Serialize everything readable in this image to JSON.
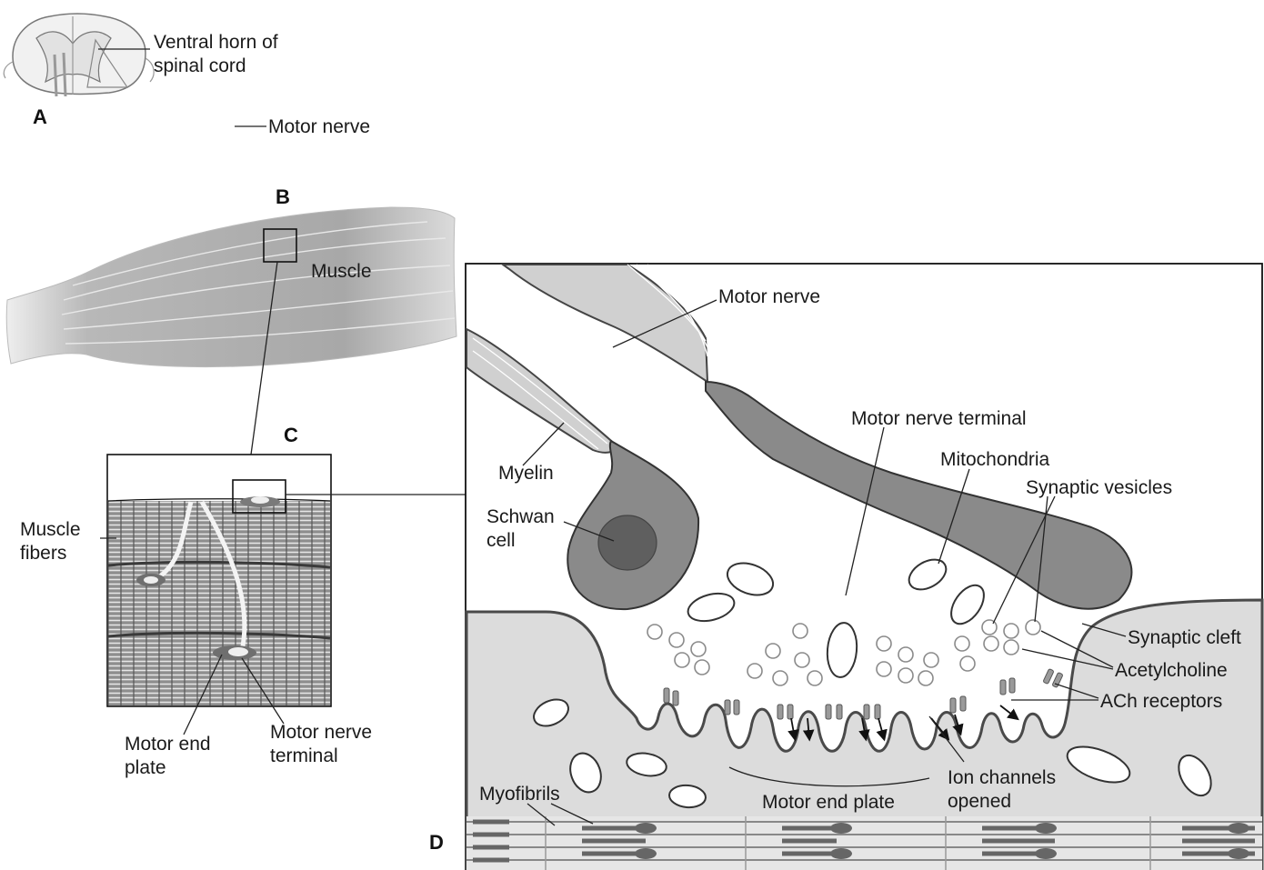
{
  "panels": {
    "a": "A",
    "b": "B",
    "c": "C",
    "d": "D"
  },
  "labels": {
    "ventral_horn_1": "Ventral horn of",
    "ventral_horn_2": "spinal cord",
    "motor_nerve_a": "Motor nerve",
    "muscle": "Muscle",
    "muscle_fibers_1": "Muscle",
    "muscle_fibers_2": "fibers",
    "motor_end_plate_c_1": "Motor end",
    "motor_end_plate_c_2": "plate",
    "motor_nerve_terminal_c_1": "Motor nerve",
    "motor_nerve_terminal_c_2": "terminal",
    "motor_nerve_d": "Motor nerve",
    "motor_nerve_terminal_d": "Motor nerve terminal",
    "mitochondria": "Mitochondria",
    "synaptic_vesicles": "Synaptic vesicles",
    "myelin": "Myelin",
    "schwan_cell_1": "Schwan",
    "schwan_cell_2": "cell",
    "synaptic_cleft": "Synaptic cleft",
    "acetylcholine": "Acetylcholine",
    "ach_receptors": "ACh receptors",
    "ion_channels_1": "Ion channels",
    "ion_channels_2": "opened",
    "motor_end_plate_d": "Motor end plate",
    "myofibrils": "Myofibrils"
  },
  "colors": {
    "nerve_dark": "#8a8a8a",
    "cell_light": "#d9d9d9",
    "muscle_gray": "#a9a9a9",
    "line": "#1a1a1a"
  }
}
